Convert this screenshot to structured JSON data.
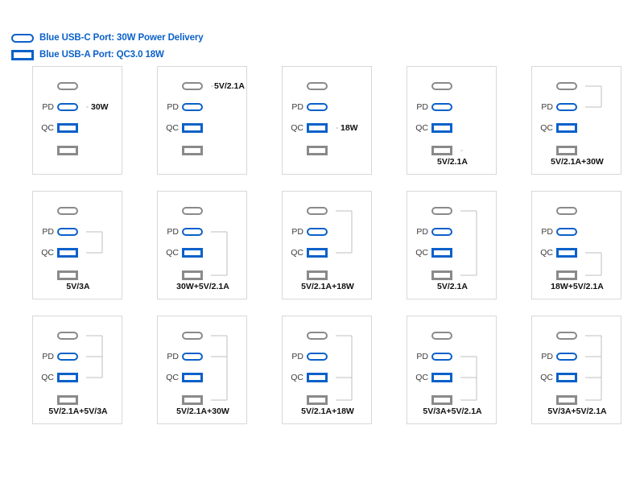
{
  "legend": {
    "items": [
      {
        "icon": "usb-c-port-icon",
        "text": "Blue USB-C Port: 30W Power Delivery"
      },
      {
        "icon": "usb-a-port-icon",
        "text": "Blue USB-A Port: QC3.0 18W"
      }
    ]
  },
  "port_labels": {
    "pd": "PD",
    "qc": "QC"
  },
  "colors": {
    "blue": "#0b61c9",
    "gray": "#8a8a8a",
    "border": "#d8d8d8",
    "text": "#111111"
  },
  "cards": [
    {
      "id": "card-1",
      "bottom_label": "",
      "side_label": "30W",
      "side_row": 1,
      "connect": [
        1
      ]
    },
    {
      "id": "card-2",
      "bottom_label": "",
      "side_label": "5V/2.1A",
      "side_row": 0,
      "connect": [
        0
      ]
    },
    {
      "id": "card-3",
      "bottom_label": "",
      "side_label": "18W",
      "side_row": 2,
      "connect": [
        2
      ]
    },
    {
      "id": "card-4",
      "bottom_label": "5V/2.1A",
      "side_label": "",
      "side_row": 3,
      "connect": [
        3
      ]
    },
    {
      "id": "card-5",
      "bottom_label": "5V/2.1A+30W",
      "side_label": "",
      "side_row": -1,
      "connect": [
        0,
        1
      ]
    },
    {
      "id": "card-6",
      "bottom_label": "5V/3A",
      "side_label": "",
      "side_row": -1,
      "connect": [
        1,
        2
      ]
    },
    {
      "id": "card-7",
      "bottom_label": "30W+5V/2.1A",
      "side_label": "",
      "side_row": -1,
      "connect": [
        1,
        3
      ]
    },
    {
      "id": "card-8",
      "bottom_label": "5V/2.1A+18W",
      "side_label": "",
      "side_row": -1,
      "connect": [
        0,
        2
      ]
    },
    {
      "id": "card-9",
      "bottom_label": "5V/2.1A",
      "side_label": "",
      "side_row": -1,
      "connect": [
        0,
        3
      ]
    },
    {
      "id": "card-10",
      "bottom_label": "18W+5V/2.1A",
      "side_label": "",
      "side_row": -1,
      "connect": [
        2,
        3
      ]
    },
    {
      "id": "card-11",
      "bottom_label": "5V/2.1A+5V/3A",
      "side_label": "",
      "side_row": -1,
      "connect": [
        0,
        1,
        2
      ]
    },
    {
      "id": "card-12",
      "bottom_label": "5V/2.1A+30W",
      "side_label": "",
      "side_row": -1,
      "connect": [
        0,
        1,
        3
      ]
    },
    {
      "id": "card-13",
      "bottom_label": "5V/2.1A+18W",
      "side_label": "",
      "side_row": -1,
      "connect": [
        0,
        2,
        3
      ]
    },
    {
      "id": "card-14",
      "bottom_label": "5V/3A+5V/2.1A",
      "side_label": "",
      "side_row": -1,
      "connect": [
        1,
        2,
        3
      ]
    },
    {
      "id": "card-15",
      "bottom_label": "5V/3A+5V/2.1A",
      "side_label": "",
      "side_row": -1,
      "connect": [
        0,
        1,
        2,
        3
      ]
    }
  ],
  "port_rows": [
    {
      "tag": "",
      "type": "usb-c",
      "color": "gray",
      "name": "port-usbc-top"
    },
    {
      "tag": "PD",
      "type": "usb-c",
      "color": "blue",
      "name": "port-usbc-pd"
    },
    {
      "tag": "QC",
      "type": "usb-a",
      "color": "blue",
      "name": "port-usba-qc"
    },
    {
      "tag": "",
      "type": "usb-a",
      "color": "gray",
      "name": "port-usba-bottom"
    }
  ]
}
